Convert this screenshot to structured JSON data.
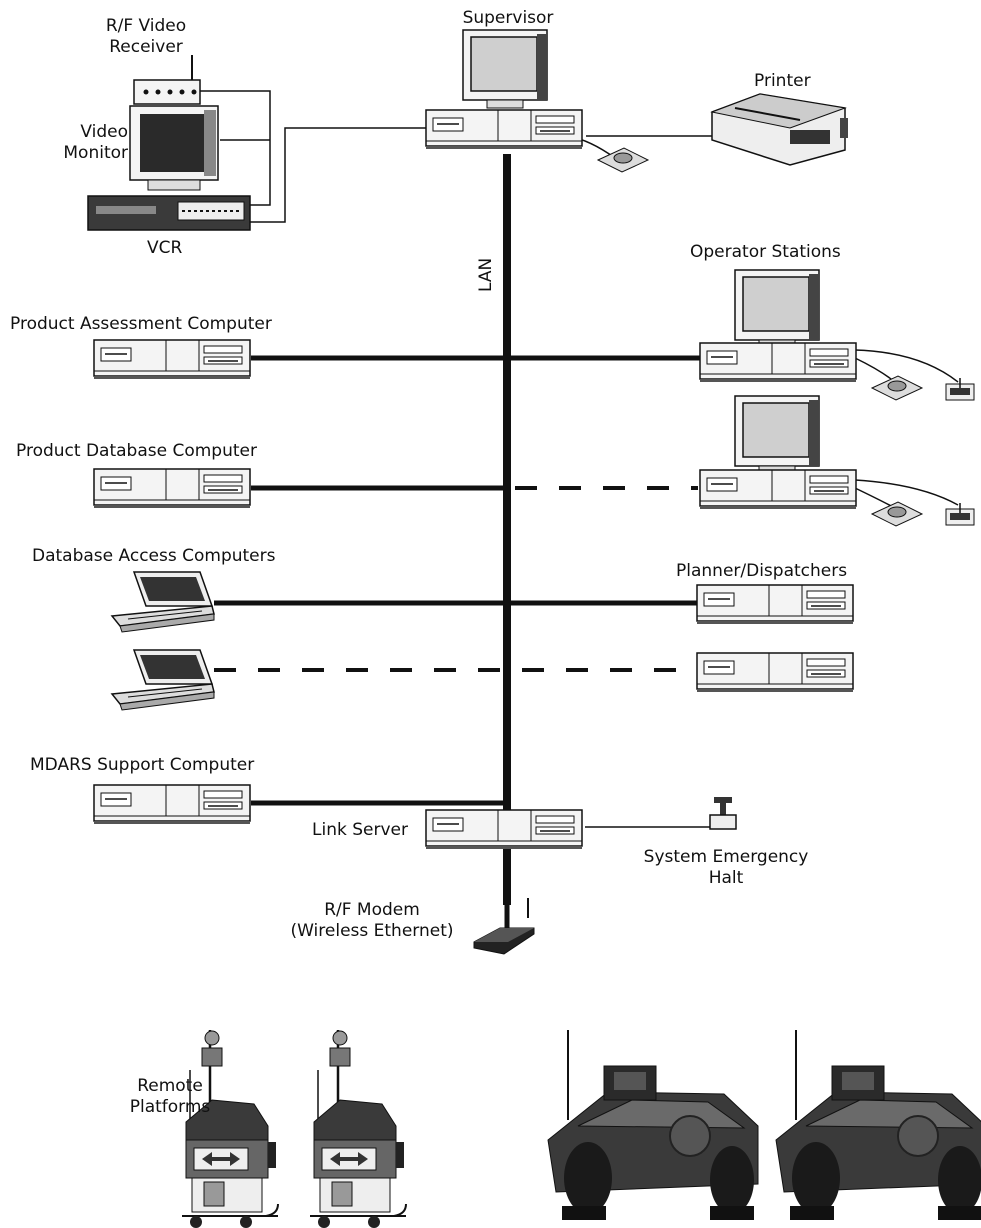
{
  "labels": {
    "supervisor": "Supervisor",
    "printer": "Printer",
    "rf_video_receiver_1": "R/F Video",
    "rf_video_receiver_2": "Receiver",
    "video_monitor_1": "Video",
    "video_monitor_2": "Monitor",
    "vcr": "VCR",
    "lan": "LAN",
    "operator_stations": "Operator Stations",
    "product_assessment": "Product Assessment Computer",
    "product_database": "Product Database Computer",
    "database_access": "Database Access Computers",
    "planner_dispatchers": "Planner/Dispatchers",
    "mdars_support": "MDARS Support Computer",
    "system_emergency_1": "System Emergency",
    "system_emergency_2": "Halt",
    "link_server": "Link Server",
    "rf_modem_1": "R/F Modem",
    "rf_modem_2": "(Wireless Ethernet)",
    "remote_platforms_1": "Remote",
    "remote_platforms_2": "Platforms"
  },
  "colors": {
    "line": "#111111",
    "device_fill": "#f4f4f4",
    "screen": "#cfcfcf",
    "robot": "#3a3a3a"
  }
}
